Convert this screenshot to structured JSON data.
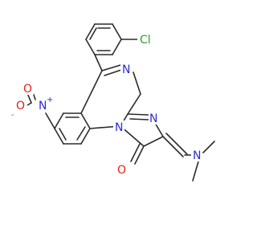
{
  "molecule": {
    "labels": {
      "chlorine": "Cl",
      "n_imine": "N",
      "n_imidazole": "N",
      "n_ring": "N",
      "n_nitro": "N",
      "n_nitro_charge": "+",
      "o_nitro_double": "O",
      "o_nitro_single": "O",
      "o_nitro_charge": "-",
      "o_carbonyl": "O",
      "n_dimethylamino": "N"
    },
    "colors": {
      "bond": "#2b2b2b",
      "chlorine": "#2e9e2e",
      "nitrogen": "#2c2cd6",
      "oxygen": "#e0201b"
    }
  }
}
